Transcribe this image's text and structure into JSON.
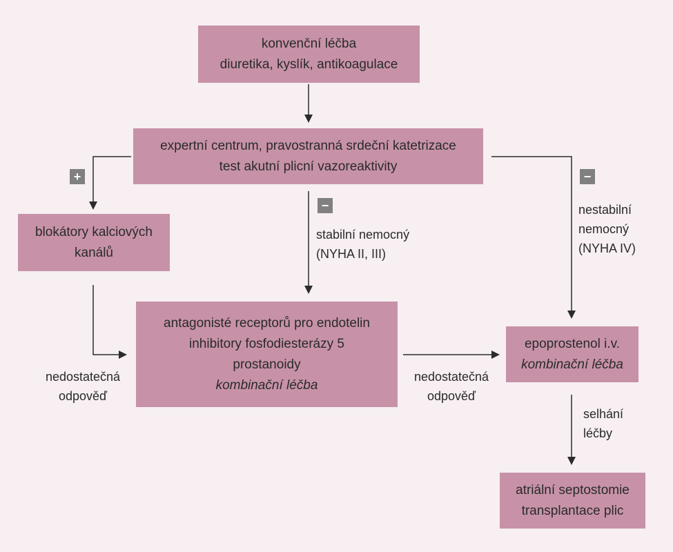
{
  "nodes": {
    "conventional": {
      "line1": "konvenční léčba",
      "line2": "diuretika, kyslík, antikoagulace"
    },
    "expert": {
      "line1": "expertní centrum, pravostranná srdeční katetrizace",
      "line2": "test akutní plicní vazoreaktivity"
    },
    "calcium": {
      "line1": "blokátory kalciových",
      "line2": "kanálů"
    },
    "antagonists": {
      "line1": "antagonisté receptorů pro endotelin",
      "line2": "inhibitory fosfodiesterázy 5",
      "line3": "prostanoidy",
      "line4": "kombinační léčba"
    },
    "epoprostenol": {
      "line1": "epoprostenol i.v.",
      "line2": "kombinační léčba"
    },
    "septostomy": {
      "line1": "atriální septostomie",
      "line2": "transplantace plic"
    }
  },
  "badges": {
    "plus": "+",
    "minus_center": "−",
    "minus_right": "−"
  },
  "labels": {
    "stable": {
      "line1": "stabilní nemocný",
      "line2": "(NYHA II, III)"
    },
    "unstable": {
      "line1": "nestabilní",
      "line2": "nemocný",
      "line3": "(NYHA IV)"
    },
    "insufficient_left": {
      "line1": "nedostatečná",
      "line2": "odpověď"
    },
    "insufficient_mid": {
      "line1": "nedostatečná",
      "line2": "odpověď"
    },
    "failure": {
      "line1": "selhání",
      "line2": "léčby"
    }
  },
  "colors": {
    "background": "#f7eff2",
    "box": "#c792a8",
    "badge": "#808080",
    "line": "#2b2b2b"
  }
}
